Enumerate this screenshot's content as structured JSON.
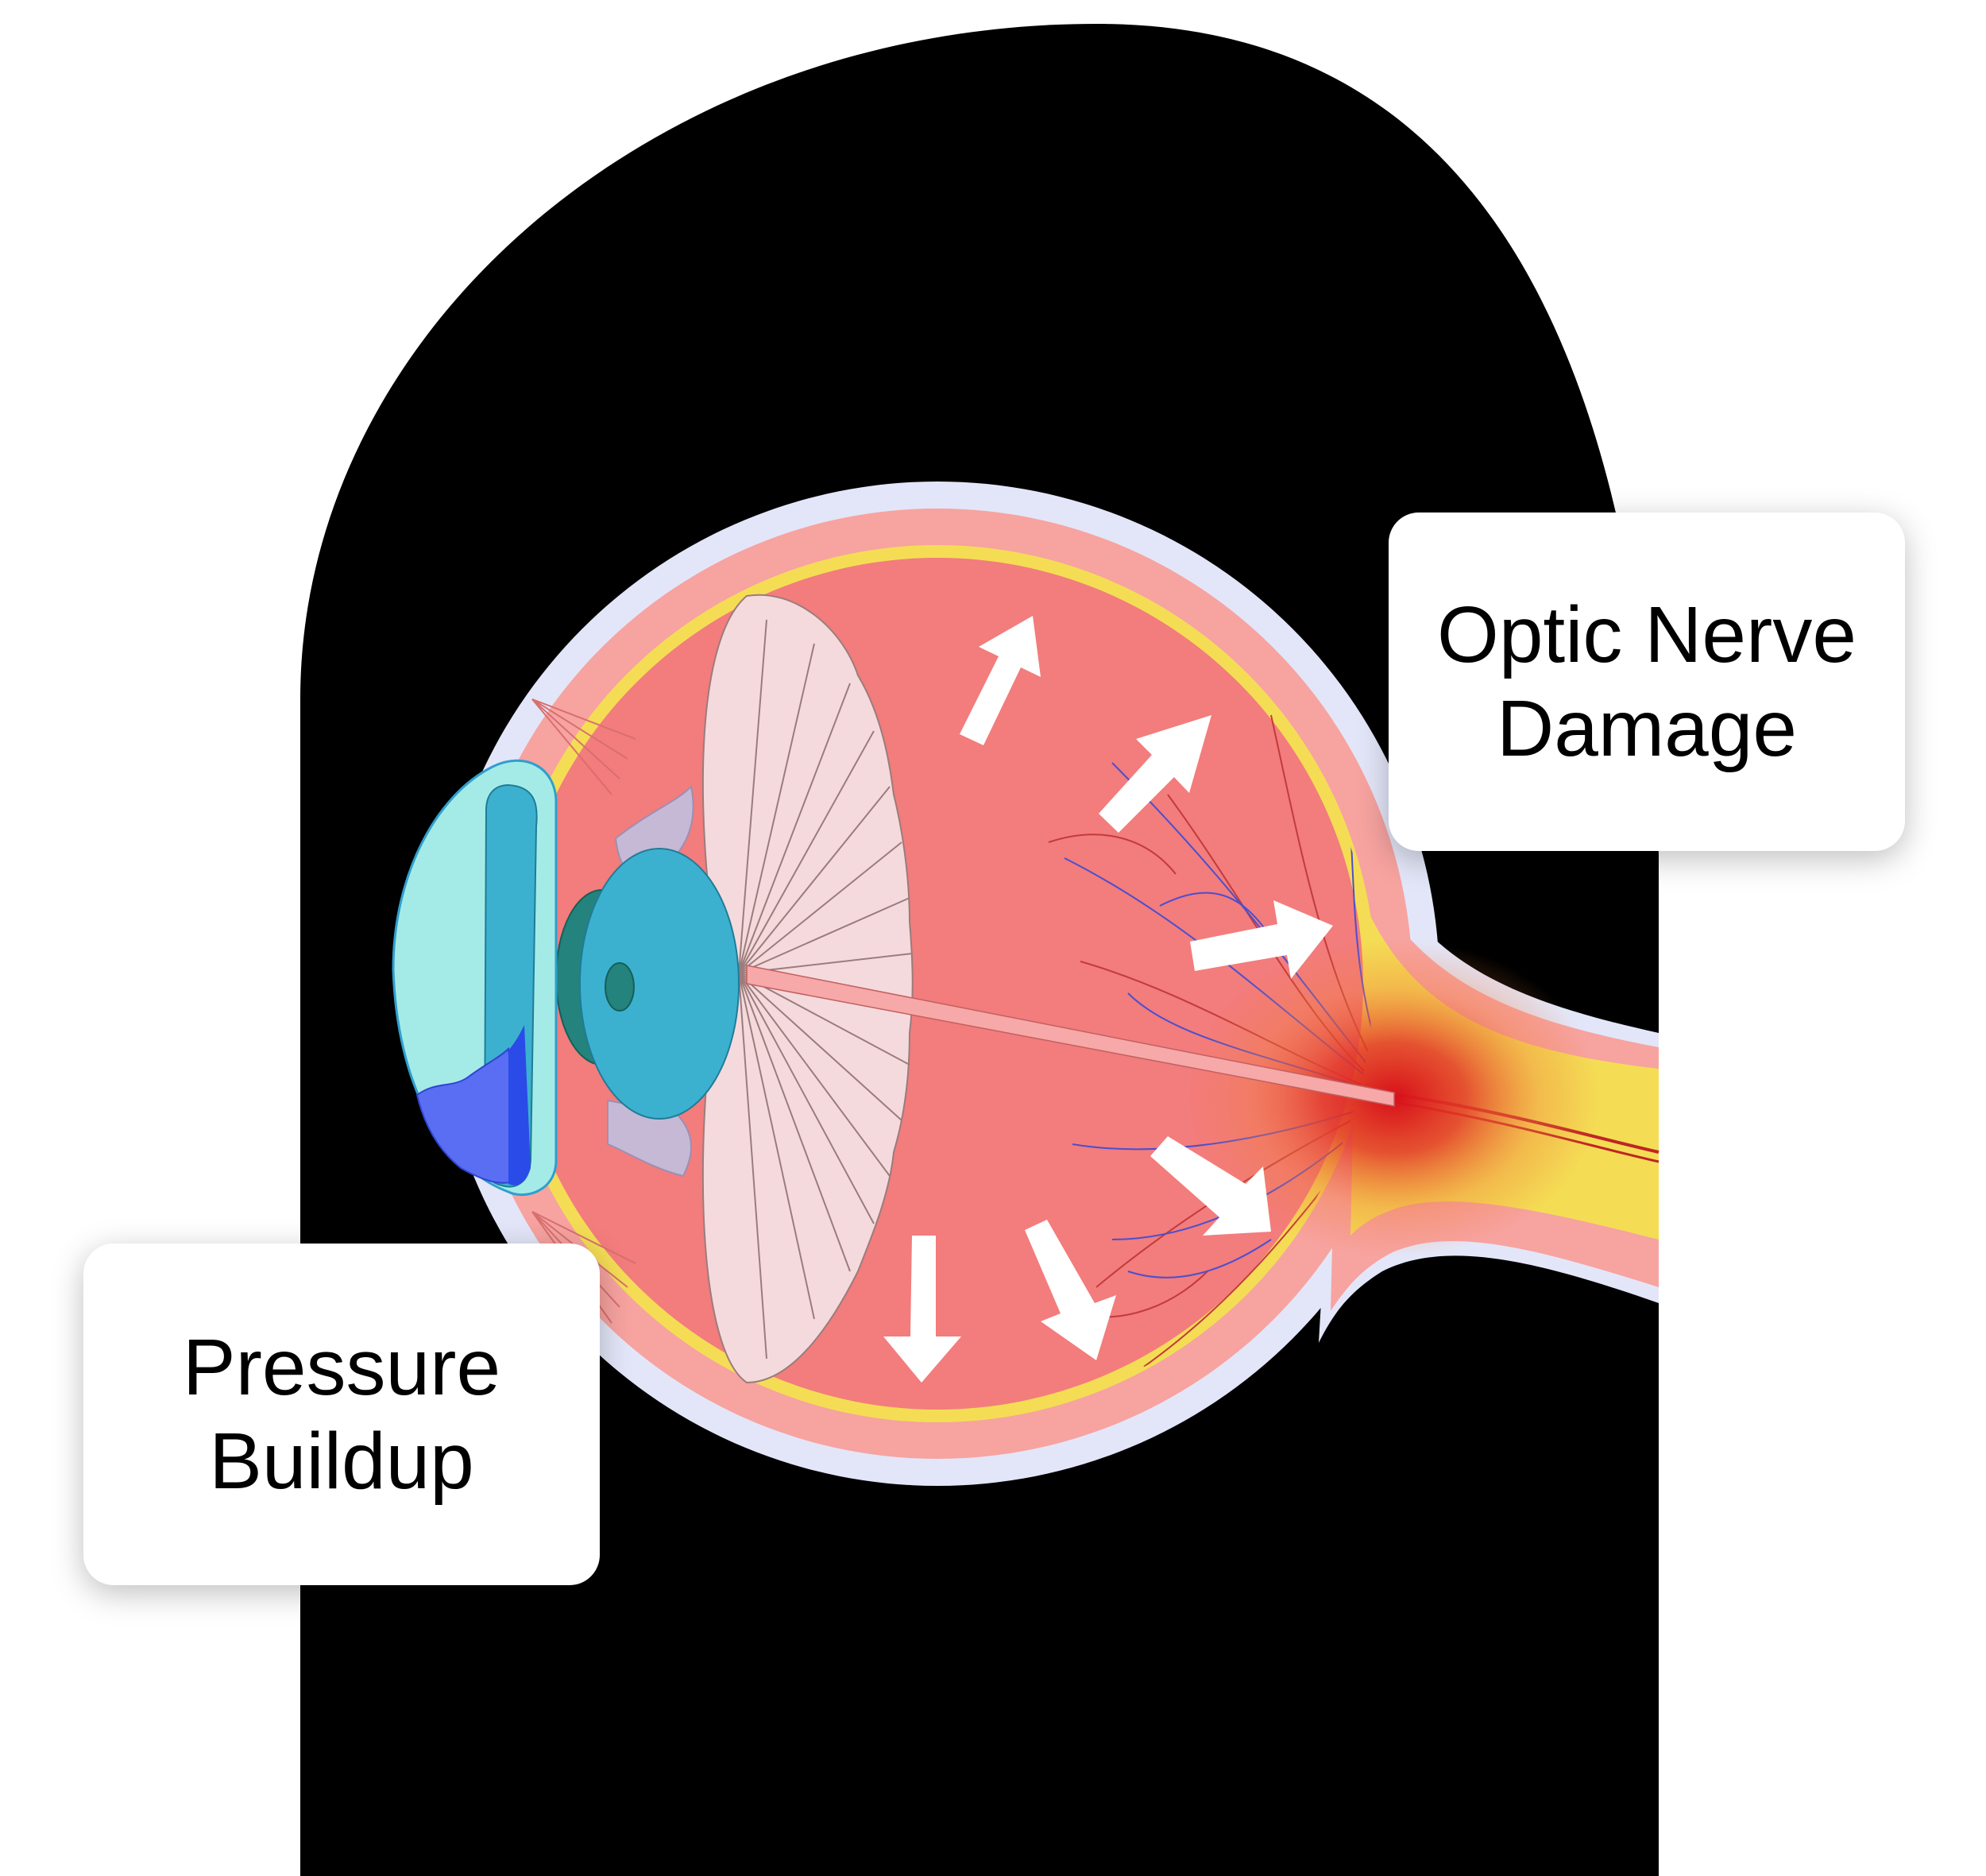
{
  "labels": {
    "optic_nerve": {
      "line1": "Optic Nerve",
      "line2": "Damage"
    },
    "pressure": {
      "line1": "Pressure",
      "line2": "Buildup"
    }
  },
  "colors": {
    "background_silhouette": "#000000",
    "sclera_outer": "#e3e6f8",
    "choroid": "#f7a3a0",
    "retina": "#f4dd55",
    "vitreous": "#f37c7c",
    "ciliary_body": "#f5dadd",
    "iris_pupil_lens": "#3cb1cf",
    "lens_core": "#24837c",
    "cornea": "#a4ebe7",
    "cornea_border": "#2f9fce",
    "aqueous_fluid": "#5a6ef3",
    "damage_spot": "#d80f1a",
    "arrow_fill": "#ffffff",
    "callout_bg": "#ffffff"
  },
  "icons": {
    "pressure_arrows": "outward-pressure-arrows"
  }
}
